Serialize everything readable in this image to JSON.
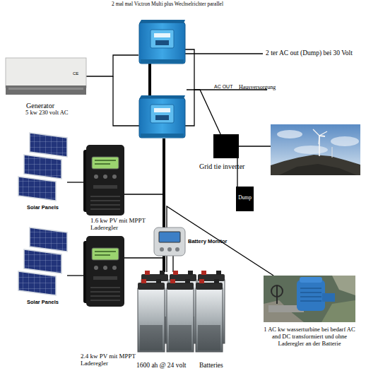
{
  "diagram": {
    "nodes": [
      {
        "text": [
          "Generator",
          "5 kw 230 volt AC"
        ]
      },
      {
        "text": [
          "2 mal mal Victron Multi plus Wechselrichter parallel"
        ]
      },
      {
        "text": [
          "Solar Panels"
        ]
      },
      {
        "text": [
          "1.6 kw PV mit MPPT Laderegler"
        ]
      },
      {
        "text": [
          "Solar Panels"
        ]
      },
      {
        "text": [
          "2.4 kw PV mit MPPT Laderegler"
        ]
      },
      {
        "text": [
          "Battery Monitor"
        ]
      },
      {
        "text": [
          "1600 ah @ 24 volt",
          "Batteries"
        ]
      },
      {
        "text": [
          "Grid tie inverter"
        ]
      },
      {
        "text": [
          "Dump"
        ]
      },
      {
        "text": [
          "1 AC kw wasserturbine bei bedarf AC and DC transformiert und ohne Laderegler an der Batterie"
        ]
      }
    ],
    "edges": [
      {
        "from": 0,
        "to": 1,
        "arrow": "none"
      },
      {
        "from": 1,
        "to": 8,
        "arrow": "none"
      },
      {
        "from": 8,
        "to": 9,
        "arrow": "none"
      },
      {
        "from": 2,
        "to": 3,
        "arrow": "none"
      },
      {
        "from": 4,
        "to": 5,
        "arrow": "none"
      },
      {
        "from": 3,
        "to": 7,
        "arrow": "none"
      },
      {
        "from": 5,
        "to": 7,
        "arrow": "none"
      },
      {
        "from": 1,
        "to": 7,
        "arrow": "none"
      },
      {
        "from": 6,
        "to": 7,
        "arrow": "none"
      },
      {
        "from": 10,
        "to": 7,
        "arrow": "none"
      }
    ],
    "labels": [
      "2 ter AC out (Dump) bei 30 Volt",
      "AC OUT",
      "Hausversorgung",
      "CE"
    ]
  }
}
